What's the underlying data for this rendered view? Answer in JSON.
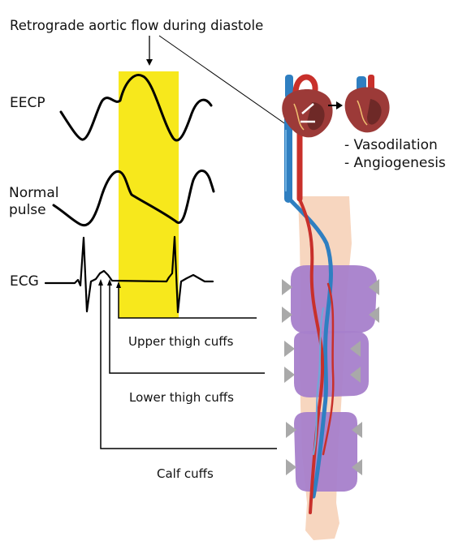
{
  "title": "Retrograde aortic flow during diastole",
  "traces": {
    "eecp": "EECP",
    "normal_pulse_line1": "Normal",
    "normal_pulse_line2": "pulse",
    "ecg": "ECG"
  },
  "cuffs": {
    "upper_thigh": "Upper thigh cuffs",
    "lower_thigh": "Lower thigh cuffs",
    "calf": "Calf cuffs"
  },
  "effects": [
    "- Vasodilation",
    "- Angiogenesis"
  ],
  "colors": {
    "diastole_highlight": "#f7e81c",
    "cuff": "#a77fcb",
    "leg_skin": "#f7d6bf",
    "artery": "#c8302b",
    "vein": "#2f7fc1",
    "heart": "#9c3a38",
    "trace_line": "#000000"
  }
}
